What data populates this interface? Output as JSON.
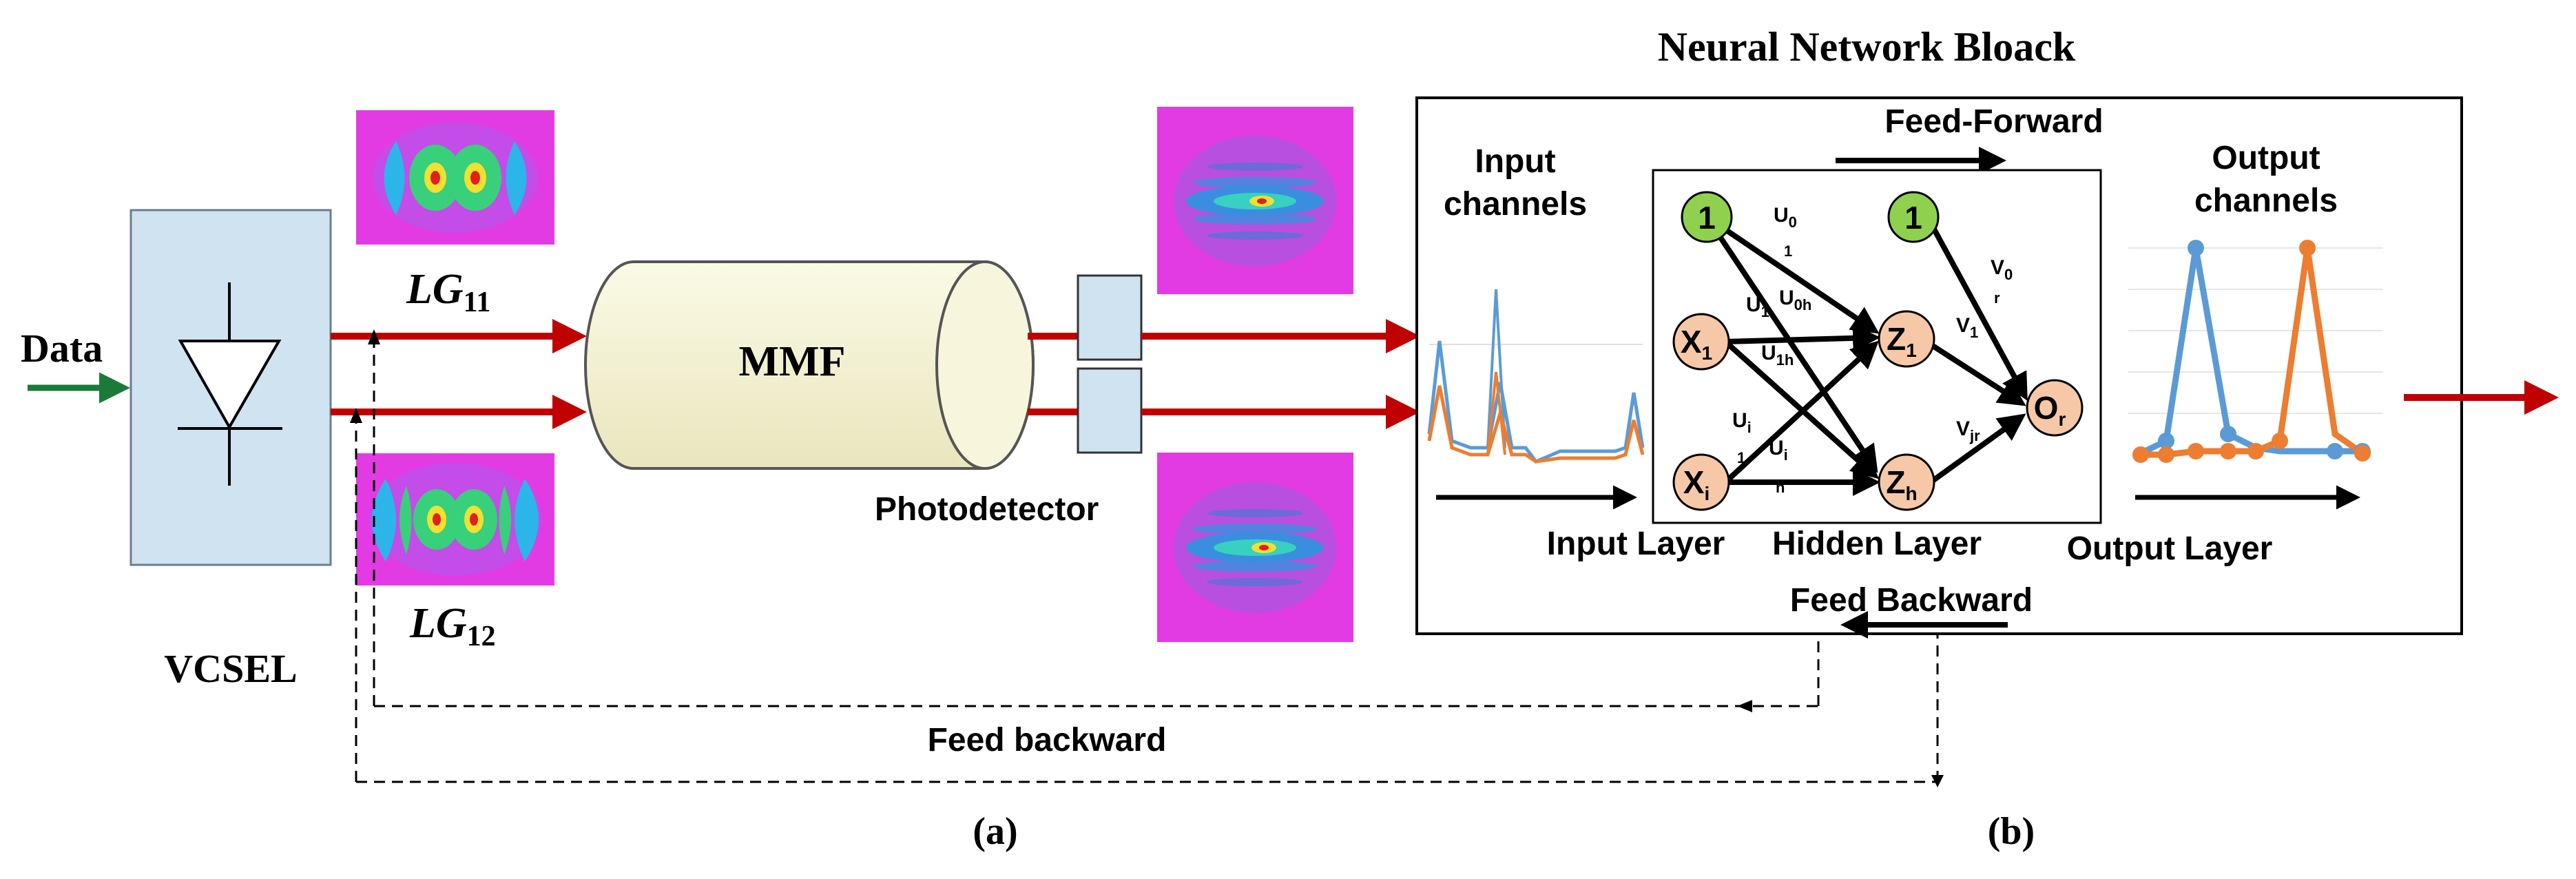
{
  "title": "Neural Network Bloack",
  "left": {
    "input_label": "Data",
    "laser_label": "VCSEL",
    "mode1_label": "LG",
    "mode1_sub": "11",
    "mode2_label": "LG",
    "mode2_sub": "12",
    "fiber_label": "MMF",
    "detector_label": "Photodetector",
    "feedback_label": "Feed backward",
    "panel_label": "(a)"
  },
  "right": {
    "feed_forward_label": "Feed-Forward",
    "feed_backward_label": "Feed Backward",
    "input_channels_line1": "Input",
    "input_channels_line2": "channels",
    "output_channels_line1": "Output",
    "output_channels_line2": "channels",
    "input_layer_label": "Input Layer",
    "hidden_layer_label": "Hidden Layer",
    "output_layer_label": "Output Layer",
    "panel_label": "(b)"
  },
  "nodes": {
    "bias_in": "1",
    "x1": "X",
    "x1_sub": "1",
    "xi": "X",
    "xi_sub": "i",
    "bias_hidden": "1",
    "z1": "Z",
    "z1_sub": "1",
    "zh": "Z",
    "zh_sub": "h",
    "out": "O",
    "out_sub": "r"
  },
  "weights": {
    "u0": "U",
    "u0_sub": "0",
    "u0_sub2": "1",
    "u0h": "U",
    "u0h_sub": "0h",
    "u1": "U",
    "u1_sub": "1",
    "u1h": "U",
    "u1h_sub": "1h",
    "ui": "U",
    "ui_sub": "i",
    "ui_sub2": "1",
    "uin": "U",
    "uin_sub": "i",
    "uin_sub2": "n",
    "v0": "V",
    "v0_sub": "0",
    "v0_sub2": "r",
    "v1": "V",
    "v1_sub": "1",
    "vjr": "V",
    "vjr_sub": "jr"
  },
  "colors": {
    "beam_red": "#c00000",
    "data_green": "#1a7a3a",
    "vcsel_fill": "#cfe3f1",
    "fiber_fill": "#f5f3d2",
    "detector_fill": "#cfe3f1",
    "node_green": "#8fd14f",
    "node_peach": "#f6c8a8",
    "series_blue": "#5b9bd5",
    "series_orange": "#ed7d31",
    "mode_magenta": "#e33be3"
  }
}
